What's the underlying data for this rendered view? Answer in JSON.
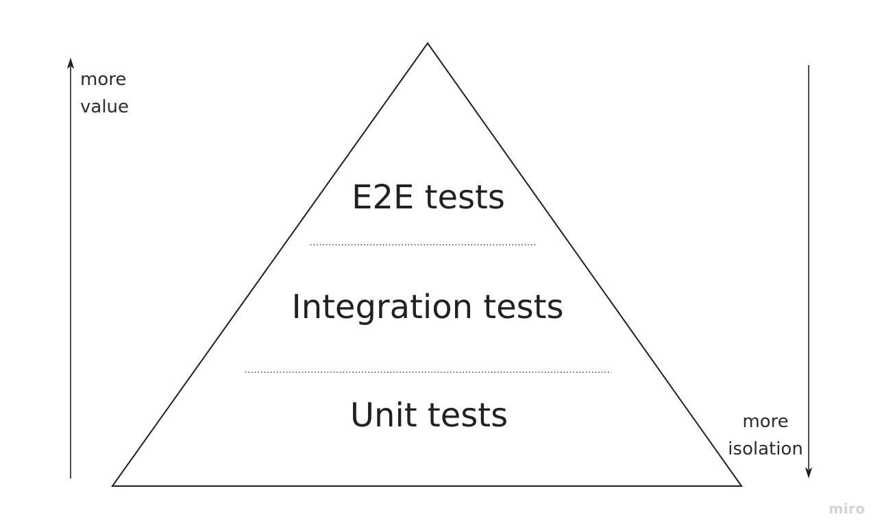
{
  "diagram": {
    "type": "testing-pyramid",
    "pyramid": {
      "levels": [
        {
          "label": "E2E tests",
          "position": "top"
        },
        {
          "label": "Integration tests",
          "position": "middle"
        },
        {
          "label": "Unit tests",
          "position": "bottom"
        }
      ]
    },
    "axes": {
      "left": {
        "direction": "up",
        "line1": "more",
        "line2": "value"
      },
      "right": {
        "direction": "down",
        "line1": "more",
        "line2": "isolation"
      }
    },
    "colors": {
      "background": "#ffffff",
      "line": "#1e1e1e",
      "text": "#212121",
      "divider": "#2a2a2a",
      "watermark": "#d3d4d6"
    }
  },
  "watermark": "miro"
}
